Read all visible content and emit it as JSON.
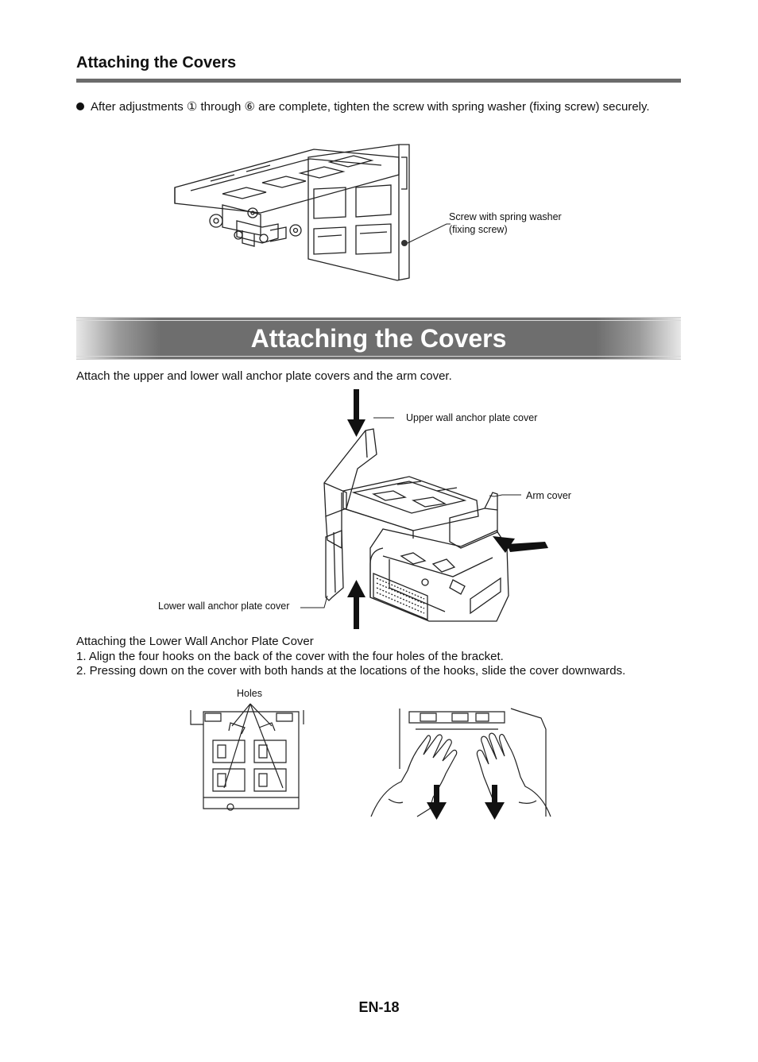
{
  "section": {
    "heading": "Attaching the Covers",
    "bullet": "After adjustments ① through ⑥ are complete, tighten the screw with spring washer (fixing screw) securely."
  },
  "figure1": {
    "callout": "Screw with spring washer\n(fixing screw)"
  },
  "banner": {
    "title": "Attaching the Covers"
  },
  "intro": "Attach the upper and lower wall anchor plate covers and the arm cover.",
  "figure2": {
    "upper_label": "Upper wall anchor plate cover",
    "arm_label": "Arm cover",
    "lower_label": "Lower wall anchor plate cover"
  },
  "instructions": {
    "title": "Attaching the Lower Wall Anchor Plate Cover",
    "steps": [
      "1. Align the four hooks on the back of the cover with the four holes of the bracket.",
      "2. Pressing down on the cover with both hands at the locations of the hooks, slide the cover downwards."
    ]
  },
  "figure3": {
    "holes_label": "Holes"
  },
  "footer": {
    "page_number": "EN-18"
  }
}
